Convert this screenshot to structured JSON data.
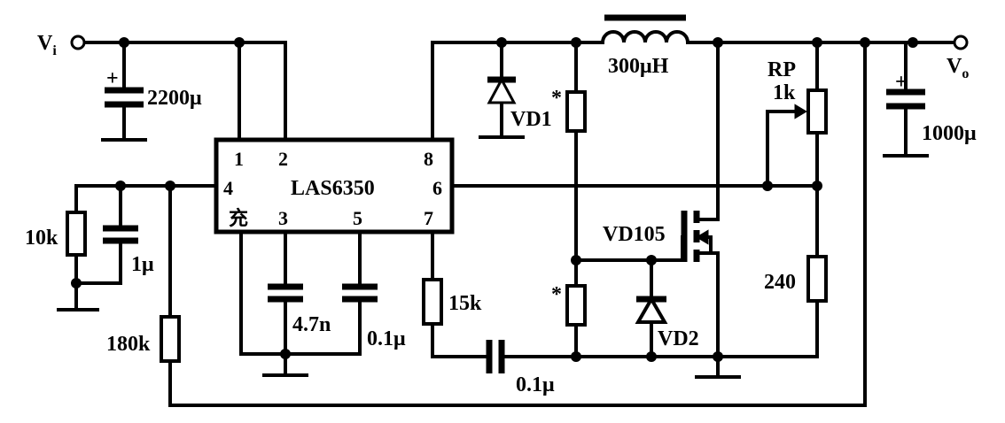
{
  "input_terminal": {
    "label": "V",
    "sub": "i"
  },
  "output_terminal": {
    "label": "V",
    "sub": "o"
  },
  "ic": {
    "name": "LAS6350",
    "pins": {
      "p1": "1",
      "p2": "2",
      "p3": "3",
      "p4": "4",
      "p5": "5",
      "p6": "6",
      "p7": "7",
      "p8": "8"
    },
    "glyph": "充"
  },
  "components": {
    "c_in": "2200μ",
    "c_out": "1000μ",
    "c_1u": "1μ",
    "c_4n7": "4.7n",
    "c_01u_pin5": "0.1μ",
    "c_01u_bottom": "0.1μ",
    "r_10k": "10k",
    "r_180k": "180k",
    "r_15k": "15k",
    "r_240": "240",
    "rp_name": "RP",
    "rp_value": "1k",
    "inductor": "300μH",
    "vd1": "VD1",
    "vd2": "VD2",
    "vd105": "VD105",
    "star_top": "*",
    "star_bottom": "*"
  }
}
